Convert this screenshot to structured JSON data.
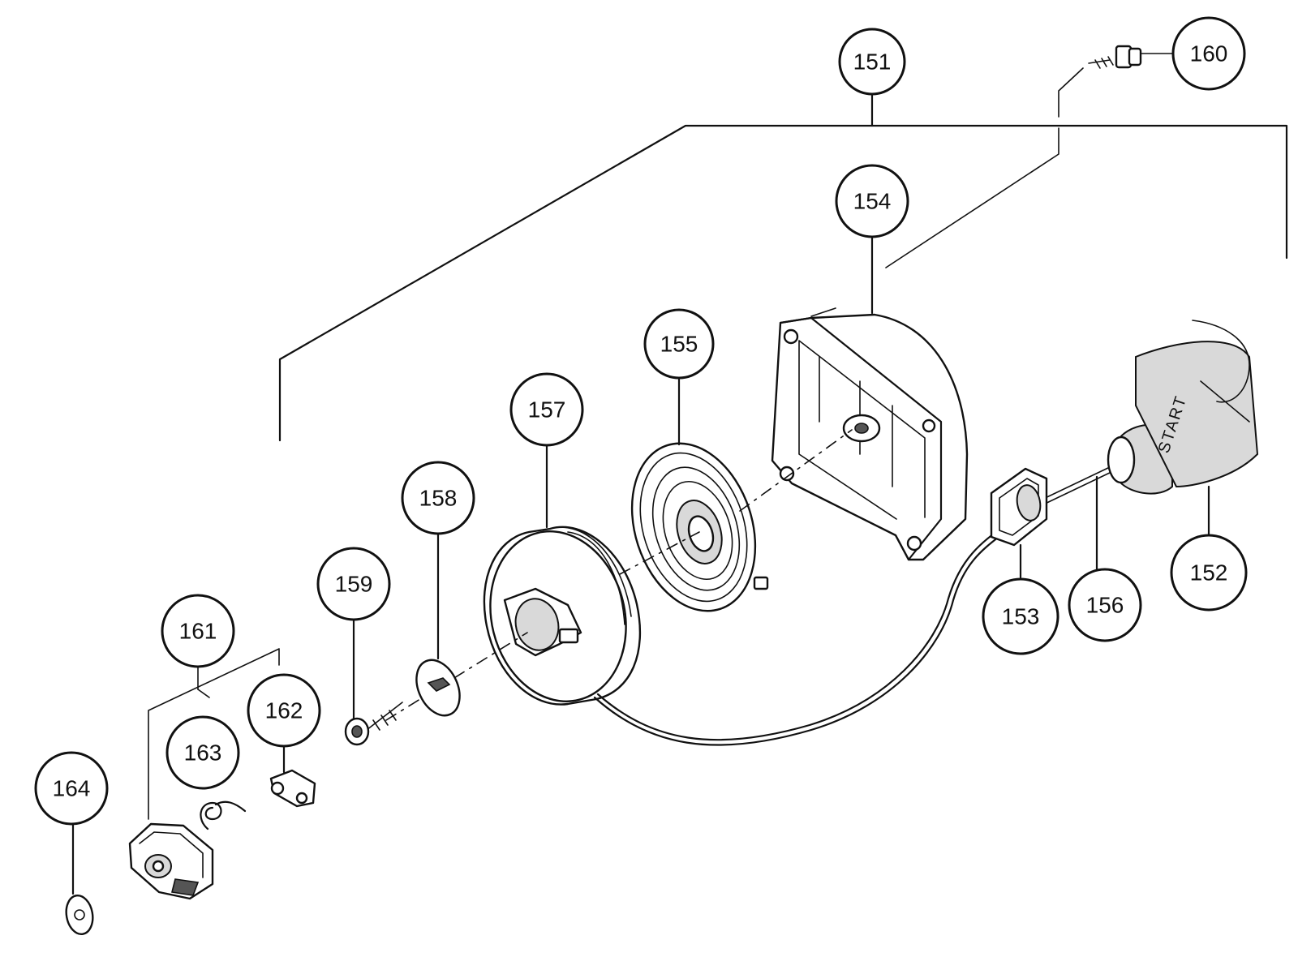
{
  "diagram": {
    "callouts": [
      {
        "id": "151",
        "label": "151"
      },
      {
        "id": "152",
        "label": "152"
      },
      {
        "id": "153",
        "label": "153"
      },
      {
        "id": "154",
        "label": "154"
      },
      {
        "id": "155",
        "label": "155"
      },
      {
        "id": "156",
        "label": "156"
      },
      {
        "id": "157",
        "label": "157"
      },
      {
        "id": "158",
        "label": "158"
      },
      {
        "id": "159",
        "label": "159"
      },
      {
        "id": "160",
        "label": "160"
      },
      {
        "id": "161",
        "label": "161"
      },
      {
        "id": "162",
        "label": "162"
      },
      {
        "id": "163",
        "label": "163"
      },
      {
        "id": "164",
        "label": "164"
      }
    ],
    "handle_marking": "START"
  }
}
